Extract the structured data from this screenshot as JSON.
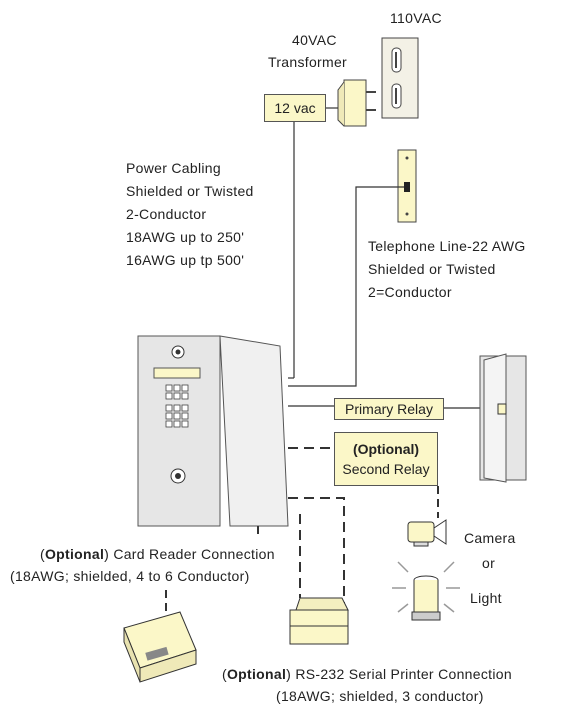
{
  "power": {
    "supply": "110VAC",
    "transformer_line1": "40VAC",
    "transformer_line2": "Transformer",
    "transformer_box": "12 vac",
    "cabling": [
      "Power Cabling",
      "Shielded or Twisted",
      "2-Conductor",
      "18AWG up to 250'",
      "16AWG up tp 500'"
    ]
  },
  "telephone": {
    "lines": [
      "Telephone Line-22 AWG",
      "Shielded or Twisted",
      "2=Conductor"
    ]
  },
  "relays": {
    "primary": "Primary Relay",
    "optional_tag": "(Optional)",
    "second": "Second Relay"
  },
  "camera": {
    "camera": "Camera",
    "or": "or",
    "light": "Light"
  },
  "card_reader": {
    "optional": "Optional",
    "title": "Card Reader Connection",
    "spec": "(18AWG; shielded, 4 to 6 Conductor)"
  },
  "printer": {
    "optional": "Optional",
    "title": "RS-232 Serial Printer Connection",
    "spec": "(18AWG; shielded, 3 conductor)"
  },
  "colors": {
    "panel": "#e6e6e6",
    "box_fill": "#fbf7c8",
    "line": "#333333"
  }
}
